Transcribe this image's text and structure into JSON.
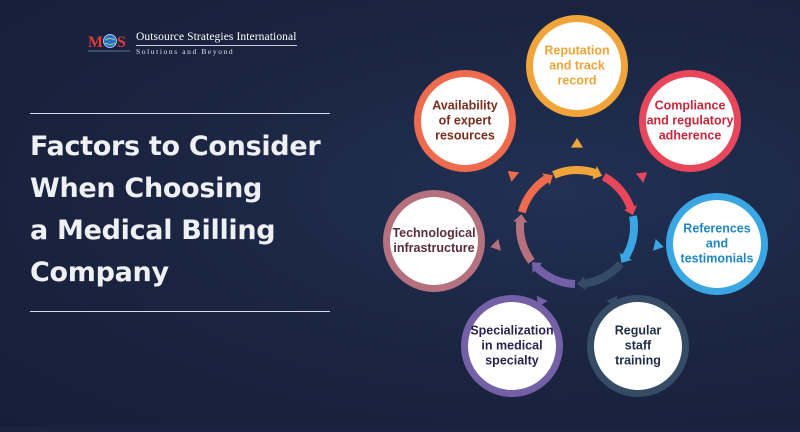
{
  "logo": {
    "company": "Outsource Strategies International",
    "tagline": "Solutions and Beyond"
  },
  "title": {
    "lines": [
      "Factors to Consider",
      "When Choosing",
      "a Medical Billing",
      "Company"
    ]
  },
  "diagram": {
    "factors": [
      {
        "label": "Reputation\nand track\nrecord",
        "color": "#f0a43a",
        "text_color": "#f0a43a"
      },
      {
        "label": "Compliance\nand regulatory\nadherence",
        "color": "#e8475b",
        "text_color": "#c8273c"
      },
      {
        "label": "References\nand\ntestimonials",
        "color": "#3aa6e3",
        "text_color": "#1f86c6"
      },
      {
        "label": "Regular\nstaff\ntraining",
        "color": "#354b66",
        "text_color": "#1f2e45"
      },
      {
        "label": "Specialization\nin medical\nspecialty",
        "color": "#7360a6",
        "text_color": "#2c2353"
      },
      {
        "label": "Technological\ninfrastructure",
        "color": "#b5717d",
        "text_color": "#5a2e38"
      },
      {
        "label": "Availability\nof expert\nresources",
        "color": "#ee6c4d",
        "text_color": "#7a2c1d"
      }
    ]
  }
}
